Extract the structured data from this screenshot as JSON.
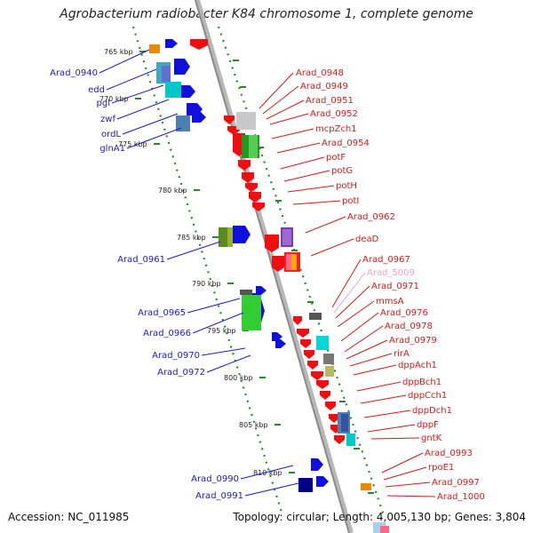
{
  "title": "Agrobacterium radiobacter K84 chromosome 1, complete genome",
  "accession": "Accession: NC_011985",
  "summary": "Topology: circular; Length: 4,005,130 bp; Genes: 3,804",
  "scale_labels": [
    "765 kbp",
    "770 kbp",
    "775 kbp",
    "780 kbp",
    "785 kbp",
    "790 kbp",
    "795 kbp",
    "800 kbp",
    "805 kbp",
    "810 kbp"
  ],
  "left_genes": [
    "Arad_0940",
    "edd",
    "pgl",
    "zwf",
    "ordL",
    "glnA1",
    "Arad_0961",
    "Arad_0965",
    "Arad_0966",
    "Arad_0970",
    "Arad_0972",
    "Arad_0990",
    "Arad_0991"
  ],
  "right_genes": [
    "Arad_0948",
    "Arad_0949",
    "Arad_0951",
    "Arad_0952",
    "mcpZch1",
    "Arad_0954",
    "potF",
    "potG",
    "potH",
    "potI",
    "Arad_0962",
    "deaD",
    "Arad_0967",
    "Arad_5009",
    "Arad_0971",
    "mmsA",
    "Arad_0976",
    "Arad_0978",
    "Arad_0979",
    "rirA",
    "dppAch1",
    "dppBch1",
    "dppCch1",
    "dppDch1",
    "dppF",
    "gntK",
    "Arad_0993",
    "rpoE1",
    "Arad_0997",
    "Arad_1000"
  ],
  "colors": {
    "forward_label": "#1a1acc",
    "reverse_label": "#d41a1a",
    "rna_label": "#f0a0c8",
    "backbone": "#999999",
    "scale_dots": "#2a8a2a",
    "forward_arrow": "#1010dd",
    "reverse_arrow": "#ee1010"
  }
}
